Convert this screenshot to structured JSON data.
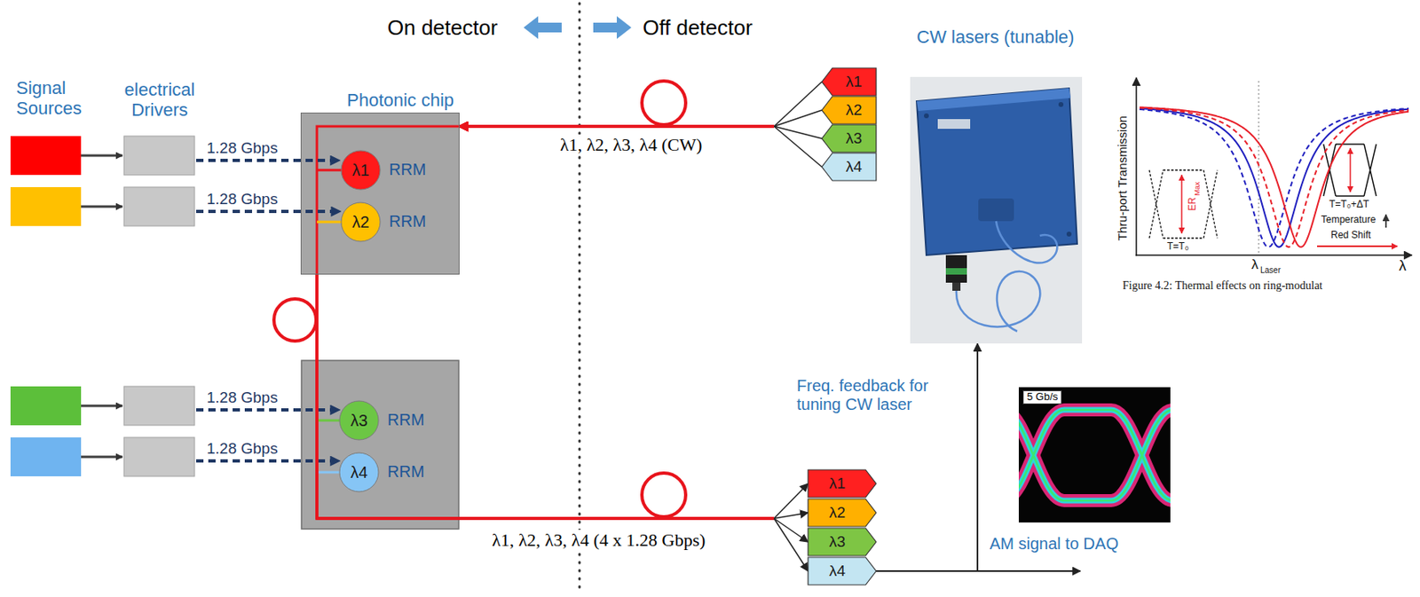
{
  "diagram": {
    "nodes": [
      {
        "text": [
          "Photonic chip"
        ]
      },
      {
        "text": [
          "λ1",
          "RRM"
        ],
        "in": 0
      },
      {
        "text": [
          "λ2",
          "RRM"
        ],
        "in": 0
      },
      {
        "text": [
          "λ3",
          "RRM"
        ]
      },
      {
        "text": [
          "λ4",
          "RRM"
        ]
      },
      {
        "text": [
          "λ1"
        ]
      },
      {
        "text": [
          "λ2"
        ]
      },
      {
        "text": [
          "λ3"
        ]
      },
      {
        "text": [
          "λ4"
        ]
      },
      {
        "text": [
          "CW lasers (tunable)"
        ]
      },
      {
        "text": [
          "λ1"
        ]
      },
      {
        "text": [
          "λ2"
        ]
      },
      {
        "text": [
          "λ3"
        ]
      },
      {
        "text": [
          "λ4"
        ]
      },
      {
        "text": [
          "5 Gb/s"
        ]
      }
    ],
    "edges": [
      {
        "from": 5,
        "to": 0,
        "arrow": "to",
        "label": "λ1, λ2, λ3, λ4 (CW)"
      },
      {
        "from": 6,
        "to": 0,
        "arrow": "to"
      },
      {
        "from": 7,
        "to": 0,
        "arrow": "to"
      },
      {
        "from": 8,
        "to": 0,
        "arrow": "to"
      },
      {
        "from": 0,
        "to": 10,
        "arrow": "to",
        "label": "λ1, λ2, λ3, λ4 (4 x 1.28 Gbps)"
      },
      {
        "from": 0,
        "to": 11,
        "arrow": "to"
      },
      {
        "from": 0,
        "to": 12,
        "arrow": "to"
      },
      {
        "from": 0,
        "to": 13,
        "arrow": "to"
      },
      {
        "from": 13,
        "to": 9,
        "arrow": "to",
        "label": "Freq. feedback for tuning CW laser"
      }
    ],
    "labels": [
      "On detector",
      "Off detector",
      "Signal Sources",
      "electrical Drivers",
      "1.28 Gbps",
      "1.28 Gbps",
      "1.28 Gbps",
      "1.28 Gbps",
      "AM signal to DAQ",
      "Thru-port Transmission",
      "ER",
      "Max",
      "T=T₀",
      "T=T₀+ΔT",
      "Temperature",
      "Red Shift",
      "λ",
      "Laser",
      "λ",
      "Figure 4.2: Thermal effects on ring-modulat"
    ]
  }
}
